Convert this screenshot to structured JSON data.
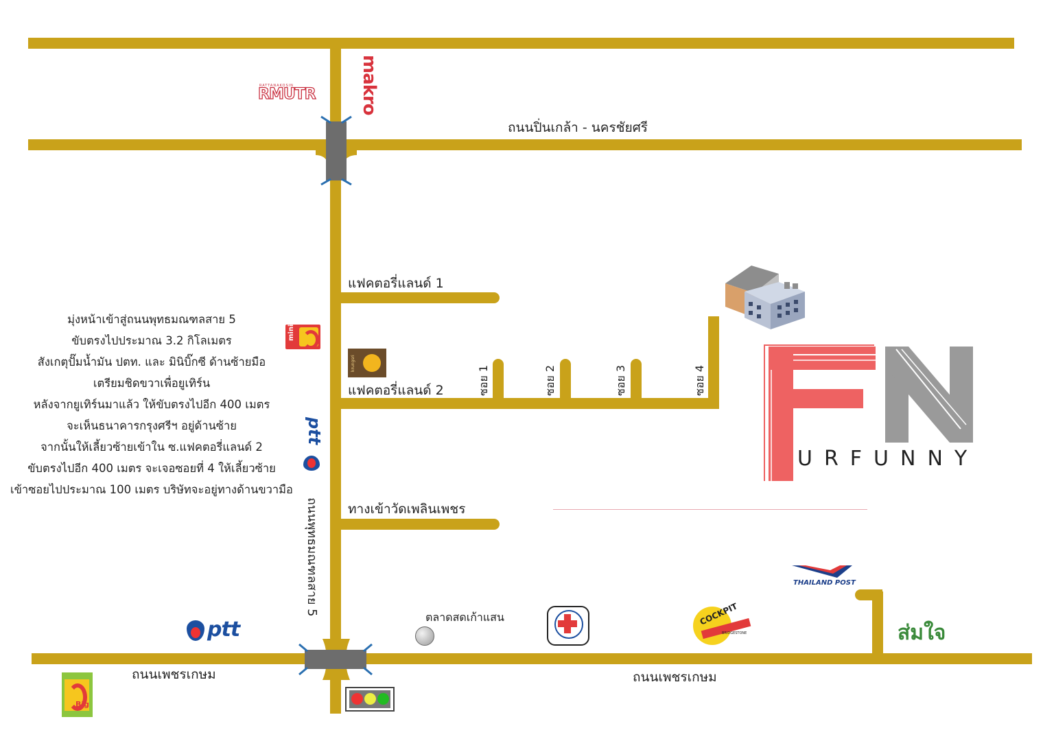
{
  "roads": {
    "pinklao": "ถนนปิ่นเกล้า - นครชัยศรี",
    "phutthamonthon": "ถนนพุทธมณฑลสาย 5",
    "phetkasem_left": "ถนนเพชรเกษม",
    "phetkasem_right": "ถนนเพชรเกษม",
    "factory_land_1": "แฟคตอรี่แลนด์ 1",
    "factory_land_2": "แฟคตอรี่แลนด์ 2",
    "temple_entrance": "ทางเข้าวัดเพลินเพชร",
    "soi_1": "ซอย 1",
    "soi_2": "ซอย 2",
    "soi_3": "ซอย 3",
    "soi_4": "ซอย 4"
  },
  "landmarks": {
    "rmutr": "RMUTR",
    "rmutr_small": "RATTANAKOSIN",
    "makro": "makro",
    "ptt_top": "ptt",
    "ptt_bottom": "ptt",
    "market": "ตลาดสดเก้าแสน",
    "cockpit": "COCKPIT",
    "cockpit_sub": "BRIDGESTONE",
    "thailand_post": "THAILAND POST",
    "somjai": "ส่มใจ",
    "mini": "mini",
    "big": "Big",
    "krungsri": "krungsri"
  },
  "directions": [
    "มุ่งหน้าเข้าสู่ถนนพุทธมณฑลสาย 5",
    "ขับตรงไปประมาณ 3.2 กิโลเมตร",
    "สังเกตุปั๊มน้ำมัน ปตท. และ มินิบิ๊กซี ด้านซ้ายมือ",
    "เตรียมชิดขวาเพื่อยูเทิร์น",
    "หลังจากยูเทิร์นมาแล้ว ให้ขับตรงไปอีก 400 เมตร",
    "จะเห็นธนาคารกรุงศรีฯ อยู่ด้านซ้าย",
    "จากนั้นให้เลี้ยวซ้ายเข้าใน ซ.แฟคตอรี่แลนด์ 2",
    "ขับตรงไปอีก 400 เมตร จะเจอซอยที่ 4 ให้เลี้ยวซ้าย",
    "เข้าซอยไปประมาณ 100 เมตร บริษัทจะอยู่ทางด้านขวามือ"
  ],
  "logo": {
    "letters": "FN",
    "tagline": "URFUNNY"
  },
  "colors": {
    "road": "#c9a21a",
    "bridge": "#6d6d6d",
    "logo_f": "#ee6262",
    "logo_n": "#9a9a9a",
    "makro": "#d8323c",
    "ptt": "#1c4fa0",
    "somjai": "#3a8a3a"
  },
  "icons": [
    "building-icon",
    "traffic-light-icon",
    "market-marker-icon",
    "hospital-icon",
    "ptt-logo-icon",
    "krungsri-logo-icon",
    "mini-bigc-logo-icon",
    "big-c-logo-icon",
    "thailand-post-logo-icon",
    "cockpit-logo-icon"
  ]
}
